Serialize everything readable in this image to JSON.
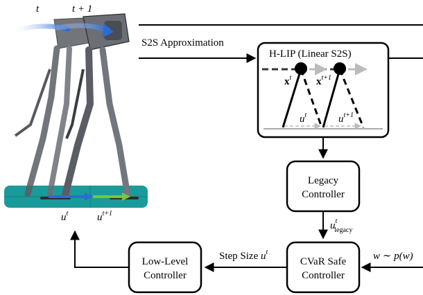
{
  "robot_panel": {
    "time_t": "t",
    "time_t1": "t + 1",
    "step_u_t": {
      "base": "u",
      "sup": "t"
    },
    "step_u_t1": {
      "base": "u",
      "sup": "t+1"
    }
  },
  "edges": {
    "s2s_approximation": "S2S Approximation",
    "legacy_output": {
      "base": "u",
      "sup": "t",
      "sub": "legacy"
    },
    "step_size": {
      "text": "Step Size ",
      "base": "u",
      "sup": "t"
    },
    "disturbance": "w ∼ p(w)"
  },
  "hlip_box": {
    "title": "H-LIP (Linear S2S)",
    "state_x_t": {
      "base": "x",
      "sup": "t"
    },
    "state_x_t1": {
      "base": "x",
      "sup": "t+1"
    },
    "step_u_t": {
      "base": "u",
      "sup": "t"
    },
    "step_u_t1": {
      "base": "u",
      "sup": "t+1"
    }
  },
  "nodes": {
    "legacy_controller": [
      "Legacy",
      "Controller"
    ],
    "cvar_controller": [
      "CVaR Safe",
      "Controller"
    ],
    "low_level_controller": [
      "Low-Level",
      "Controller"
    ]
  },
  "colors": {
    "ground": "#1a9a9a",
    "robot_metal": "#5a5d63",
    "robot_dark": "#2b2d31",
    "arrow_blue": "#2a6bd6",
    "arrow_green": "#7cc43a"
  }
}
